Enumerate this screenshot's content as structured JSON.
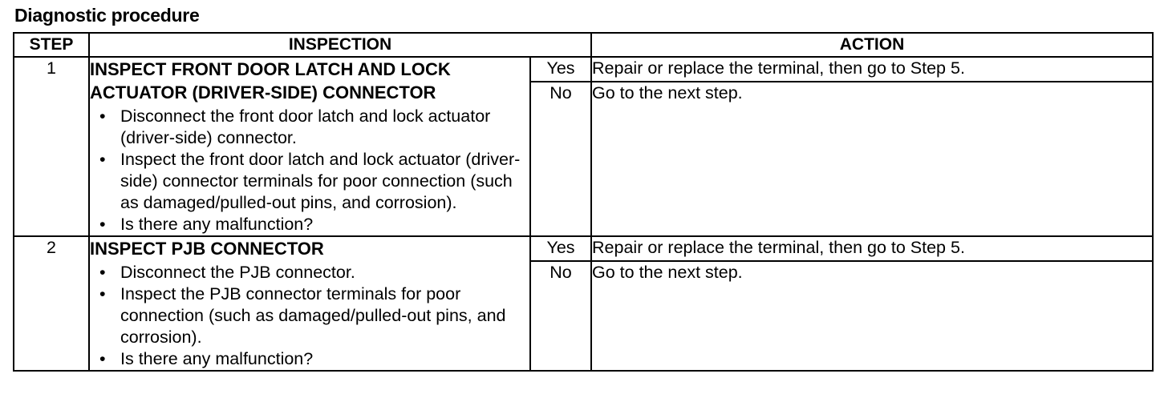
{
  "title": "Diagnostic procedure",
  "headers": {
    "step": "STEP",
    "inspection": "INSPECTION",
    "action": "ACTION"
  },
  "steps": [
    {
      "number": "1",
      "title_line1": "INSPECT FRONT DOOR LATCH AND LOCK",
      "title_line2": "ACTUATOR (DRIVER-SIDE) CONNECTOR",
      "bullets": [
        "Disconnect the front door latch and lock actuator (driver-side) connector.",
        "Inspect the front door latch and lock actuator (driver-side) connector terminals for poor connection (such as damaged/pulled-out pins, and corrosion).",
        "Is there any malfunction?"
      ],
      "yes_label": "Yes",
      "yes_action": "Repair or replace the terminal, then go to Step 5.",
      "no_label": "No",
      "no_action": "Go to the next step."
    },
    {
      "number": "2",
      "title_line1": "INSPECT PJB CONNECTOR",
      "bullets": [
        "Disconnect the PJB connector.",
        "Inspect the PJB connector terminals for poor connection (such as damaged/pulled-out pins, and corrosion).",
        "Is there any malfunction?"
      ],
      "yes_label": "Yes",
      "yes_action": "Repair or replace the terminal, then go to Step 5.",
      "no_label": "No",
      "no_action": "Go to the next step."
    }
  ]
}
